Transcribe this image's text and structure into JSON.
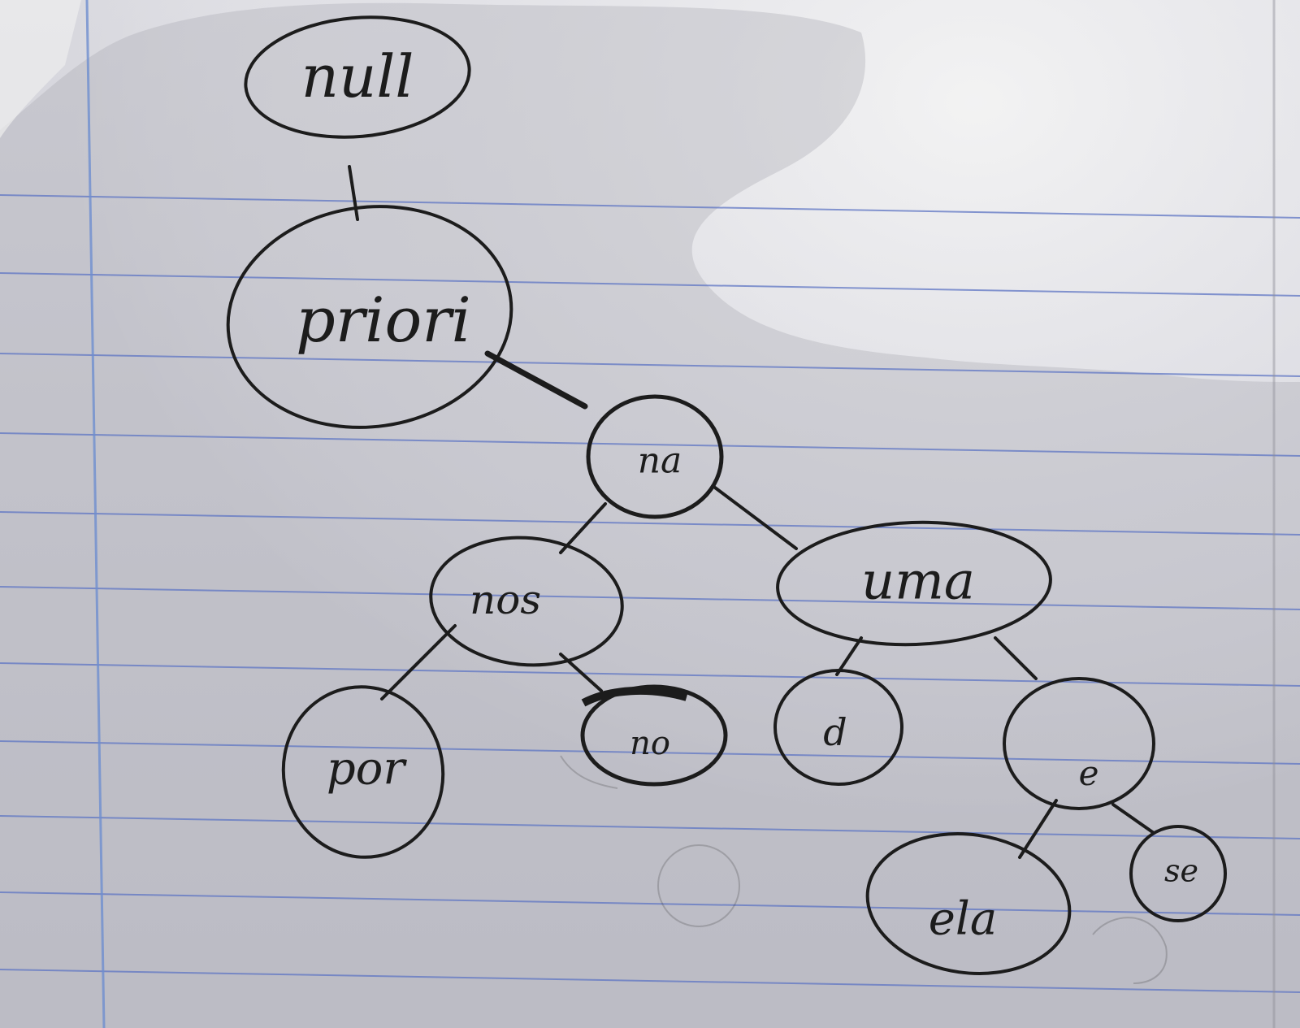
{
  "diagram": {
    "type": "binary-tree",
    "colors": {
      "paper": "#d4d4db",
      "ruled_line": "#5f76c4",
      "margin_line": "#6f8fd0",
      "ink": "#1c1c1c",
      "shadow": "#a9a9b2",
      "highlight": "#f2f2f2"
    },
    "nodes": {
      "null": {
        "label": "null"
      },
      "prior": {
        "label": "priori"
      },
      "na": {
        "label": "na"
      },
      "nos": {
        "label": "nos"
      },
      "uma": {
        "label": "uma"
      },
      "por": {
        "label": "por"
      },
      "no": {
        "label": "no"
      },
      "d": {
        "label": "d"
      },
      "e": {
        "label": "e"
      },
      "ela": {
        "label": "ela"
      },
      "se": {
        "label": "se"
      }
    },
    "edges": [
      [
        "null",
        "prior"
      ],
      [
        "prior",
        "na"
      ],
      [
        "na",
        "nos"
      ],
      [
        "na",
        "uma"
      ],
      [
        "nos",
        "por"
      ],
      [
        "nos",
        "no"
      ],
      [
        "uma",
        "d"
      ],
      [
        "uma",
        "e"
      ],
      [
        "e",
        "ela"
      ],
      [
        "e",
        "se"
      ]
    ]
  }
}
